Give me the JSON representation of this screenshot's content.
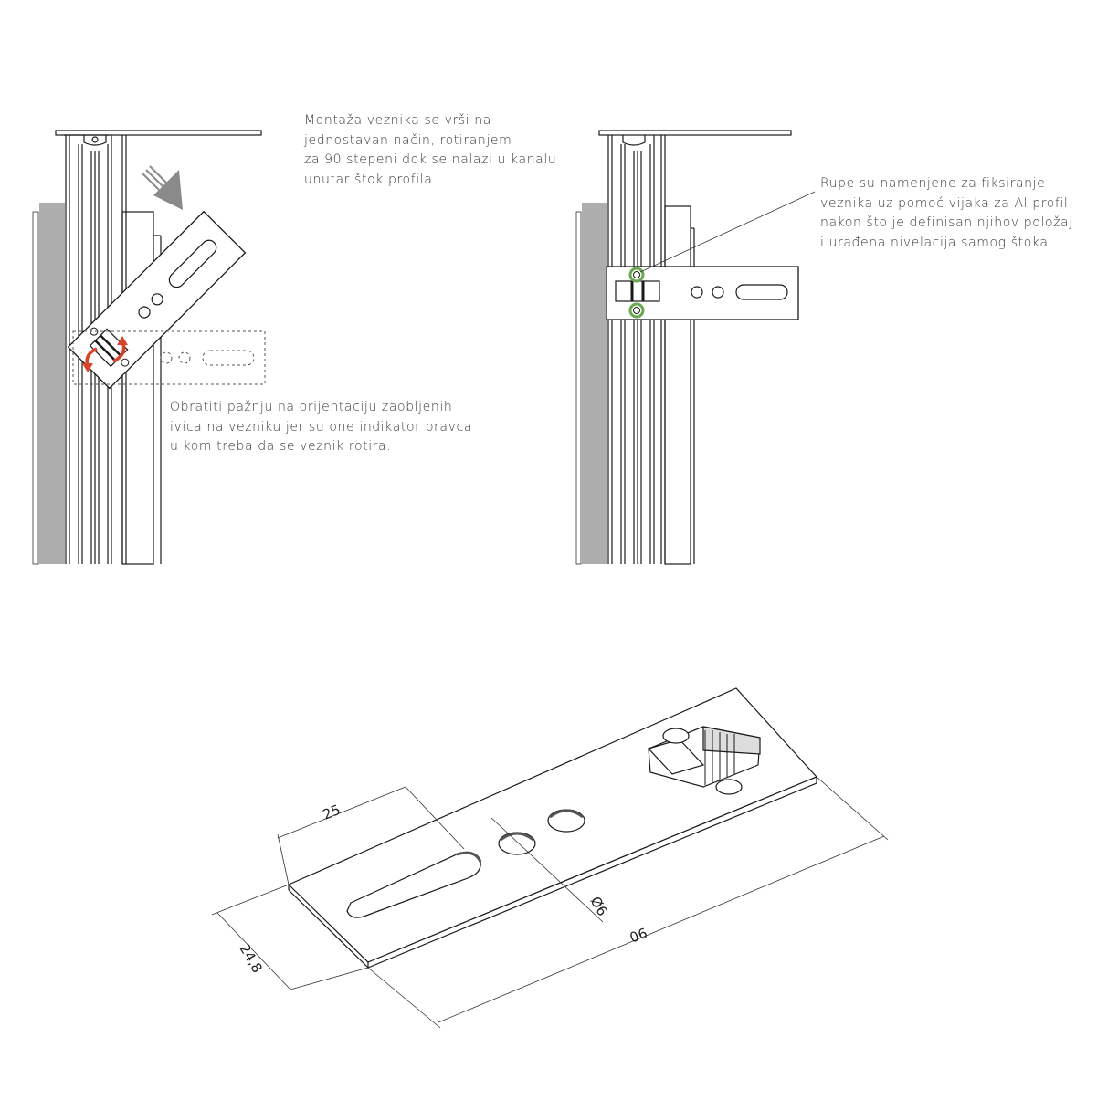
{
  "notes": {
    "rotation_mount": "Montaža veznika se vrši na\njednostavan način, rotiranjem\nza 90 stepeni dok se nalazi u kanalu\nunutar štok profila.",
    "edge_orientation": "Obratiti pažnju na orijentaciju zaobljenih\nivica na vezniku jer su one indikator pravca\nu kom treba da se veznik rotira.",
    "fixing_holes": "Rupe su namenjene za fiksiranje\nveznika uz pomoć vijaka za Al profil\nnakon što je definisan njihov položaj\ni urađena nivelacija samog štoka."
  },
  "dimensions": {
    "slot_length": "25",
    "plate_width": "24,8",
    "hole_diameter": "Ø6",
    "plate_length": "90"
  },
  "colors": {
    "rotation_arrows": "#d9432b",
    "highlight_holes": "#69a84f",
    "insert_arrow": "#8a8a8a",
    "line": "#1a1a1a"
  }
}
